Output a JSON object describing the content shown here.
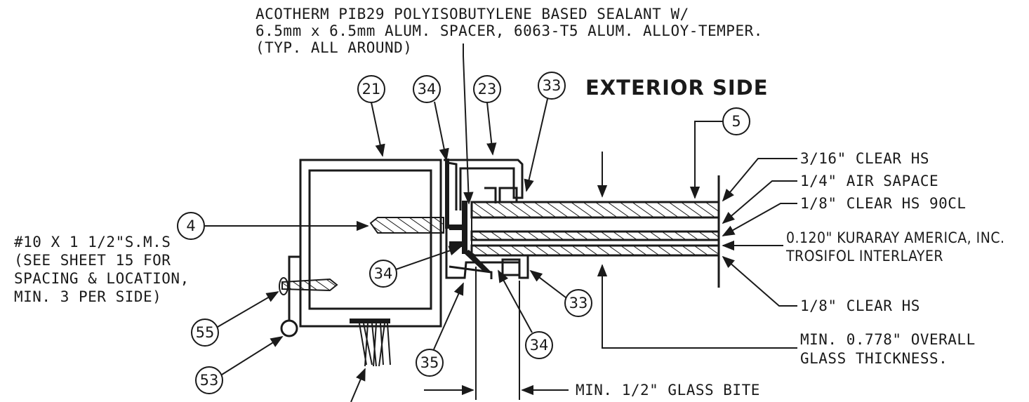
{
  "notes": {
    "sealant_line1": "ACOTHERM PIB29 POLYISOBUTYLENE BASED SEALANT W/",
    "sealant_line2": "6.5mm x 6.5mm ALUM. SPACER, 6063-T5 ALUM. ALLOY-TEMPER.",
    "sealant_line3": "(TYP. ALL AROUND)",
    "exterior_side": "EXTERIOR SIDE",
    "glass_1": "3/16\" CLEAR HS",
    "air_space": "1/4\" AIR SAPACE",
    "glass_2": "1/8\" CLEAR HS 90CL",
    "interlayer_1": "0.120\" KURARAY AMERICA, INC.",
    "interlayer_2": "TROSIFOL INTERLAYER",
    "glass_3": "1/8\" CLEAR HS",
    "thickness_1": "MIN. 0.778\" OVERALL",
    "thickness_2": "GLASS THICKNESS.",
    "glass_bite": "MIN. 1/2\" GLASS BITE",
    "screw_1": "#10 X 1 1/2\"S.M.S",
    "screw_2": "(SEE SHEET 15 FOR",
    "screw_3": "SPACING & LOCATION,",
    "screw_4": "MIN. 3 PER SIDE)"
  },
  "callouts": {
    "c21": "21",
    "c34_top": "34",
    "c23": "23",
    "c33_top": "33",
    "c5": "5",
    "c4": "4",
    "c34_mid": "34",
    "c33_bot": "33",
    "c34_bot": "34",
    "c35": "35",
    "c55": "55",
    "c53": "53"
  }
}
